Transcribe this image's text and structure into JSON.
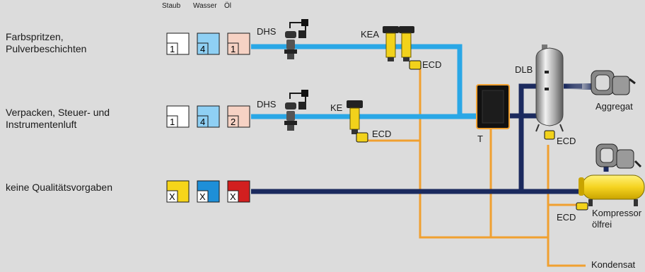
{
  "header": {
    "staub": "Staub",
    "wasser": "Wasser",
    "oel": "Öl"
  },
  "applications": [
    {
      "text": "Farbspritzen,\nPulverbeschichten",
      "classes": [
        "1",
        "4",
        "1"
      ]
    },
    {
      "text": "Verpacken, Steuer- und\nInstrumentenluft",
      "classes": [
        "1",
        "4",
        "2"
      ]
    },
    {
      "text": "keine Qualitätsvorgaben",
      "classes": [
        "X",
        "X",
        "X"
      ]
    }
  ],
  "labels": {
    "dhs1": "DHS",
    "dhs2": "DHS",
    "kea": "KEA",
    "ke": "KE",
    "ecd_kea": "ECD",
    "ecd_ke": "ECD",
    "ecd_dlb": "ECD",
    "ecd_comp": "ECD",
    "dlb": "DLB",
    "t": "T",
    "aggregat": "Aggregat",
    "kompressor": "Kompressor\nölfrei",
    "kondensat": "Kondensat"
  },
  "colors": {
    "background": "#dcdcdc",
    "light_pipe": "#2aa7e6",
    "dark_pipe": "#1b2a5e",
    "condensate": "#f0a030",
    "filter": "#f2d21b",
    "compressor": "#f5d320",
    "staub_box": "#ffffff",
    "wasser_box": "#8fd0f4",
    "oel_box": "#f6d2c4",
    "x_yellow": "#f6d51a",
    "x_blue": "#1e8fd8",
    "x_red": "#d21f1f"
  }
}
